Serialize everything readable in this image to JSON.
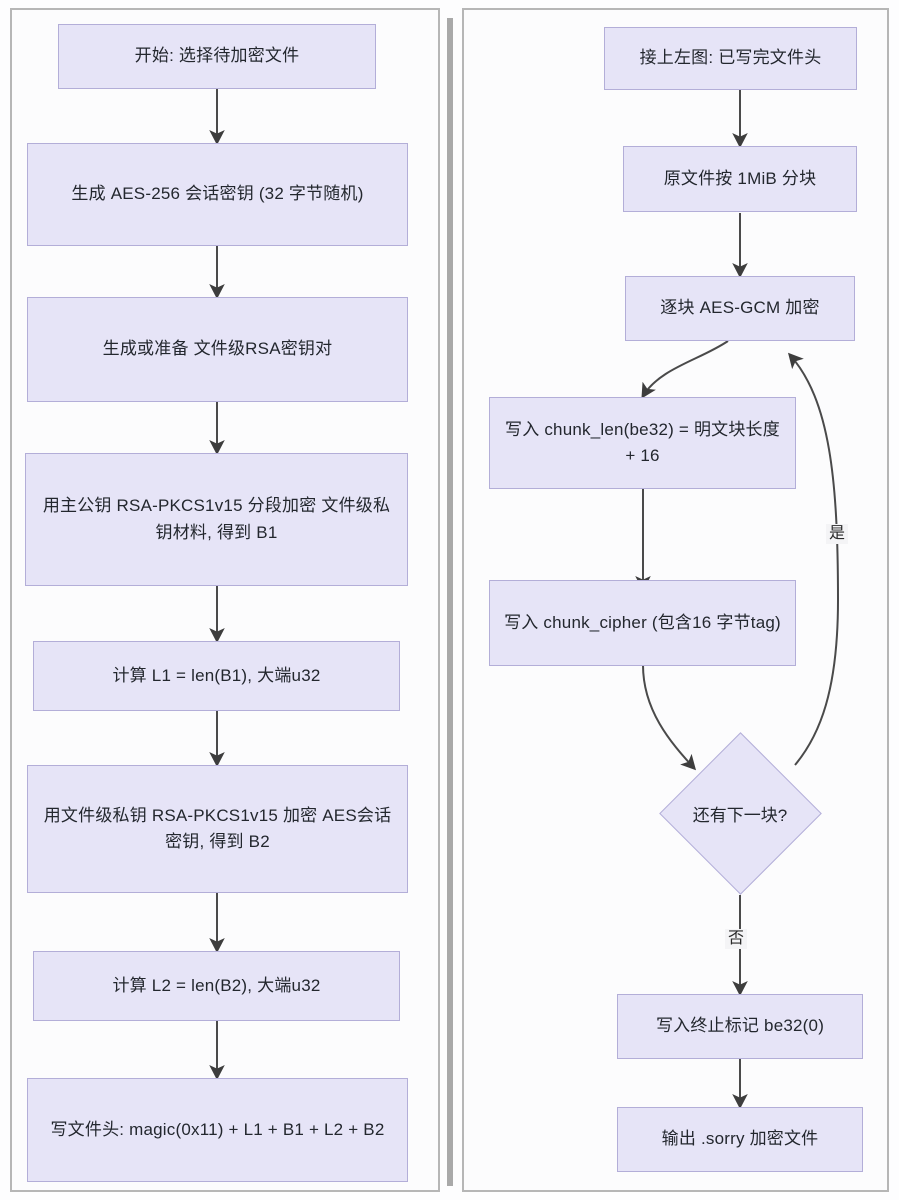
{
  "diagram": {
    "title_present": false,
    "colors": {
      "node_fill": "#e6e4f7",
      "node_border": "#b3aed8",
      "edge_stroke": "#4a4a4a",
      "panel_border": "#b6b6b6",
      "divider": "#a9a9a9",
      "text": "#23272e"
    },
    "left_panel": {
      "nodes": [
        {
          "id": "L1",
          "shape": "rect",
          "text": "开始: 选择待加密文件"
        },
        {
          "id": "L2",
          "shape": "rect",
          "text": "生成 AES-256 会话密钥 (32 字节随机)"
        },
        {
          "id": "L3",
          "shape": "rect",
          "text": "生成或准备 文件级RSA密钥对"
        },
        {
          "id": "L4",
          "shape": "rect",
          "text": "用主公钥 RSA-PKCS1v15 分段加密 文件级私钥材料, 得到 B1"
        },
        {
          "id": "L5",
          "shape": "rect",
          "text": "计算 L1 = len(B1), 大端u32"
        },
        {
          "id": "L6",
          "shape": "rect",
          "text": "用文件级私钥 RSA-PKCS1v15 加密 AES会话密钥, 得到 B2"
        },
        {
          "id": "L7",
          "shape": "rect",
          "text": "计算 L2 = len(B2), 大端u32"
        },
        {
          "id": "L8",
          "shape": "rect",
          "text": "写文件头: magic(0x11) + L1 + B1 + L2 + B2"
        }
      ],
      "edges": [
        {
          "from": "L1",
          "to": "L2",
          "label": ""
        },
        {
          "from": "L2",
          "to": "L3",
          "label": ""
        },
        {
          "from": "L3",
          "to": "L4",
          "label": ""
        },
        {
          "from": "L4",
          "to": "L5",
          "label": ""
        },
        {
          "from": "L5",
          "to": "L6",
          "label": ""
        },
        {
          "from": "L6",
          "to": "L7",
          "label": ""
        },
        {
          "from": "L7",
          "to": "L8",
          "label": ""
        }
      ]
    },
    "right_panel": {
      "nodes": [
        {
          "id": "R1",
          "shape": "rect",
          "text": "接上左图: 已写完文件头"
        },
        {
          "id": "R2",
          "shape": "rect",
          "text": "原文件按 1MiB 分块"
        },
        {
          "id": "R3",
          "shape": "rect",
          "text": "逐块 AES-GCM 加密"
        },
        {
          "id": "R4",
          "shape": "rect",
          "text": "写入 chunk_len(be32) = 明文块长度 + 16"
        },
        {
          "id": "R5",
          "shape": "rect",
          "text": "写入 chunk_cipher (包含16 字节tag)"
        },
        {
          "id": "R6",
          "shape": "diamond",
          "text": "还有下一块?"
        },
        {
          "id": "R7",
          "shape": "rect",
          "text": "写入终止标记 be32(0)"
        },
        {
          "id": "R8",
          "shape": "rect",
          "text": "输出 .sorry 加密文件"
        }
      ],
      "edges": [
        {
          "from": "R1",
          "to": "R2",
          "label": ""
        },
        {
          "from": "R2",
          "to": "R3",
          "label": ""
        },
        {
          "from": "R3",
          "to": "R4",
          "label": ""
        },
        {
          "from": "R4",
          "to": "R5",
          "label": ""
        },
        {
          "from": "R5",
          "to": "R6",
          "label": ""
        },
        {
          "from": "R6",
          "to": "R3",
          "label": "是"
        },
        {
          "from": "R6",
          "to": "R7",
          "label": "否"
        },
        {
          "from": "R7",
          "to": "R8",
          "label": ""
        }
      ],
      "loop_label_yes": "是",
      "loop_label_no": "否"
    }
  }
}
